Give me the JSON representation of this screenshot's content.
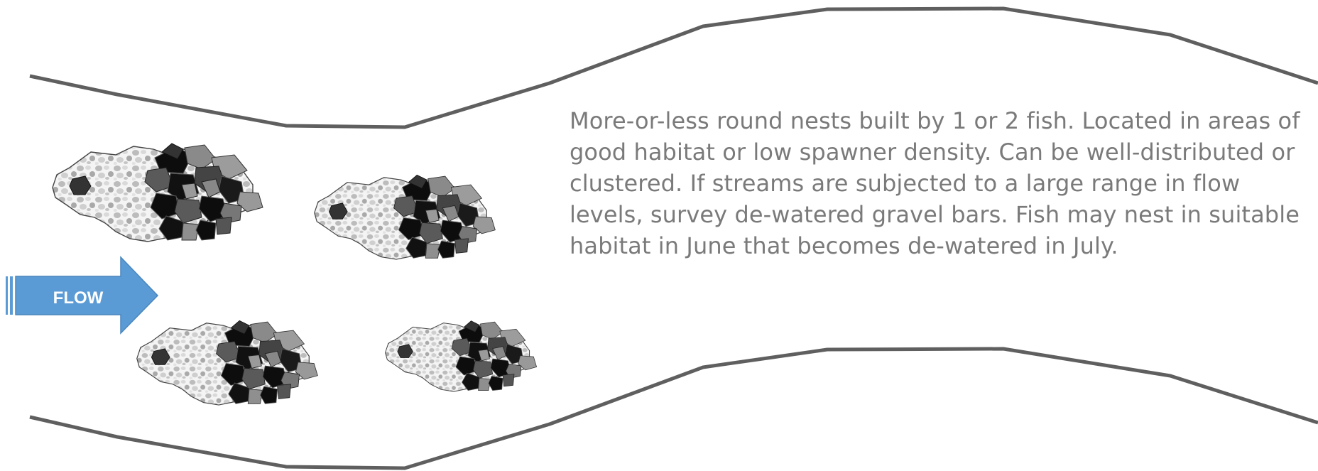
{
  "flow_arrow": {
    "label": "FLOW",
    "color": "#5b9bd5",
    "label_color": "#ffffff"
  },
  "description": "More-or-less round nests built by 1 or 2 fish. Located in areas of good habitat or low spawner density. Can be well-distributed or clustered. If streams are subjected to a large range in flow levels, survey de-watered gravel bars. Fish may nest in suitable habitat in June that becomes de-watered in July.",
  "colors": {
    "bank_line": "#5f5f5f",
    "text": "#7a7a7a",
    "tailspill_gravel": "#cfcfcf",
    "mound_dark": "#0d0d0d",
    "mound_mid": "#555555",
    "mound_light": "#9a9a9a"
  },
  "nest_count": 4
}
